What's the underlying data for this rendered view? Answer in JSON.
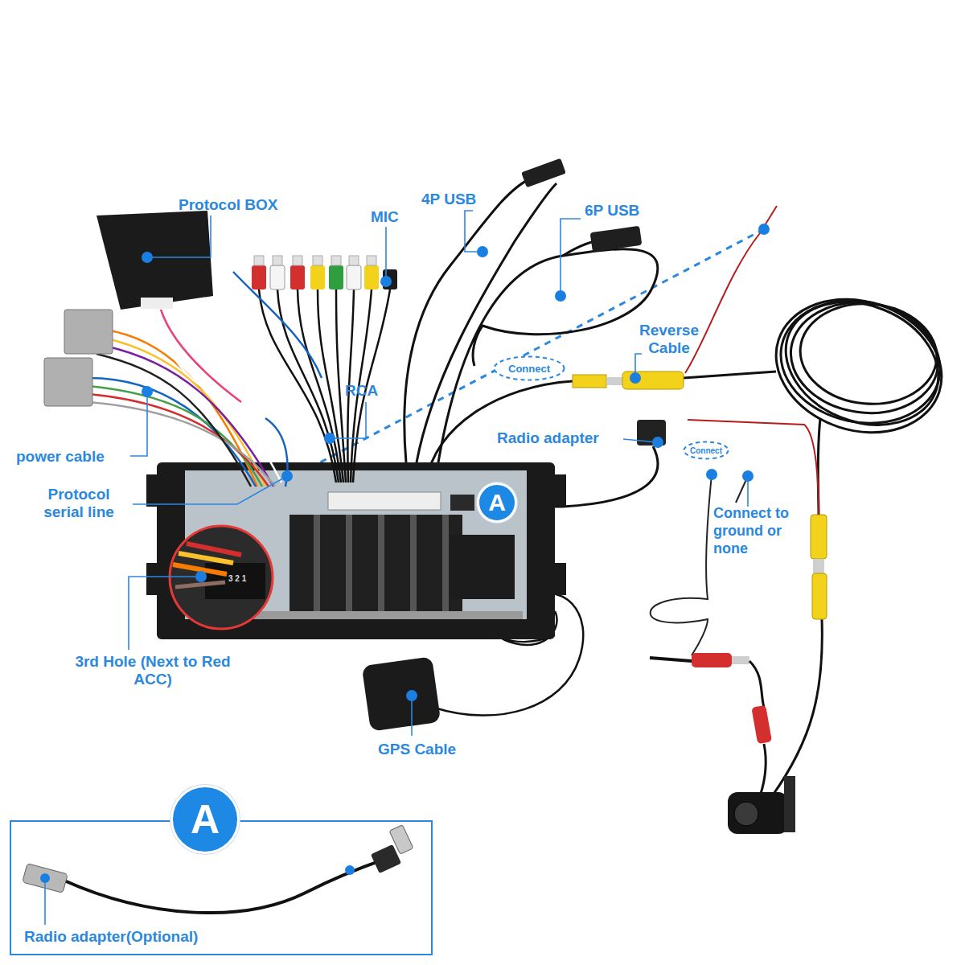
{
  "diagram": {
    "nodes": [
      {
        "text": [
          "Connect"
        ]
      },
      {
        "text": [
          "Connect"
        ]
      },
      {
        "text": [
          "A"
        ]
      },
      {
        "text": [
          "Radio adapter(Optional)"
        ]
      },
      {
        "text": [
          "A"
        ]
      }
    ],
    "labels": [
      "Protocol BOX",
      "MIC",
      "4P USB",
      "6P USB",
      "Reverse Cable",
      "RCA",
      "Radio adapter",
      "power cable",
      "Protocol serial line",
      "Connect to ground or none",
      "3 2 1",
      "3rd Hole (Next to Red ACC)",
      "GPS Cable"
    ]
  }
}
